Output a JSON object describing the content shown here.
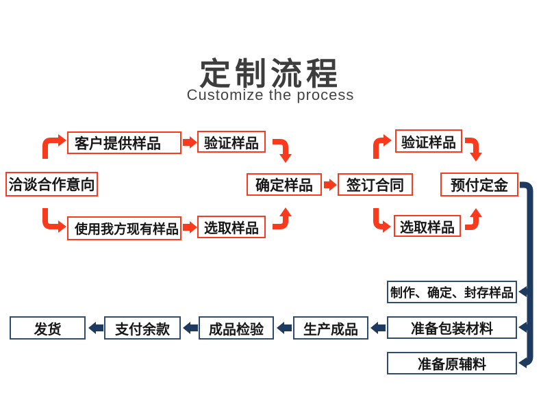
{
  "header": {
    "title": "定制流程",
    "subtitle": "Customize the process"
  },
  "colors": {
    "red_accent": "#f93a1d",
    "navy_accent": "#1e3a5f",
    "navy_border": "#2e4d6e",
    "title_text": "#3d3d3d",
    "node_text": "#161616"
  },
  "flowchart": {
    "red_nodes": [
      {
        "id": "negotiate-intent",
        "label": "洽谈合作意向"
      },
      {
        "id": "customer-sample",
        "label": "客户提供样品"
      },
      {
        "id": "verify-sample-left",
        "label": "验证样品"
      },
      {
        "id": "use-our-sample",
        "label": "使用我方现有样品"
      },
      {
        "id": "pick-sample-left",
        "label": "选取样品"
      },
      {
        "id": "confirm-sample",
        "label": "确定样品"
      },
      {
        "id": "sign-contract",
        "label": "签订合同"
      },
      {
        "id": "verify-sample-right",
        "label": "验证样品"
      },
      {
        "id": "pick-sample-right",
        "label": "选取样品"
      },
      {
        "id": "prepay-deposit",
        "label": "预付定金"
      }
    ],
    "navy_nodes": [
      {
        "id": "make-confirm-seal-sample",
        "label": "制作、确定、封存样品"
      },
      {
        "id": "prepare-packaging",
        "label": "准备包装材料"
      },
      {
        "id": "prepare-raw-materials",
        "label": "准备原辅料"
      },
      {
        "id": "produce-finished",
        "label": "生产成品"
      },
      {
        "id": "finished-inspection",
        "label": "成品检验"
      },
      {
        "id": "pay-balance",
        "label": "支付余款"
      },
      {
        "id": "ship-goods",
        "label": "发货"
      }
    ]
  }
}
